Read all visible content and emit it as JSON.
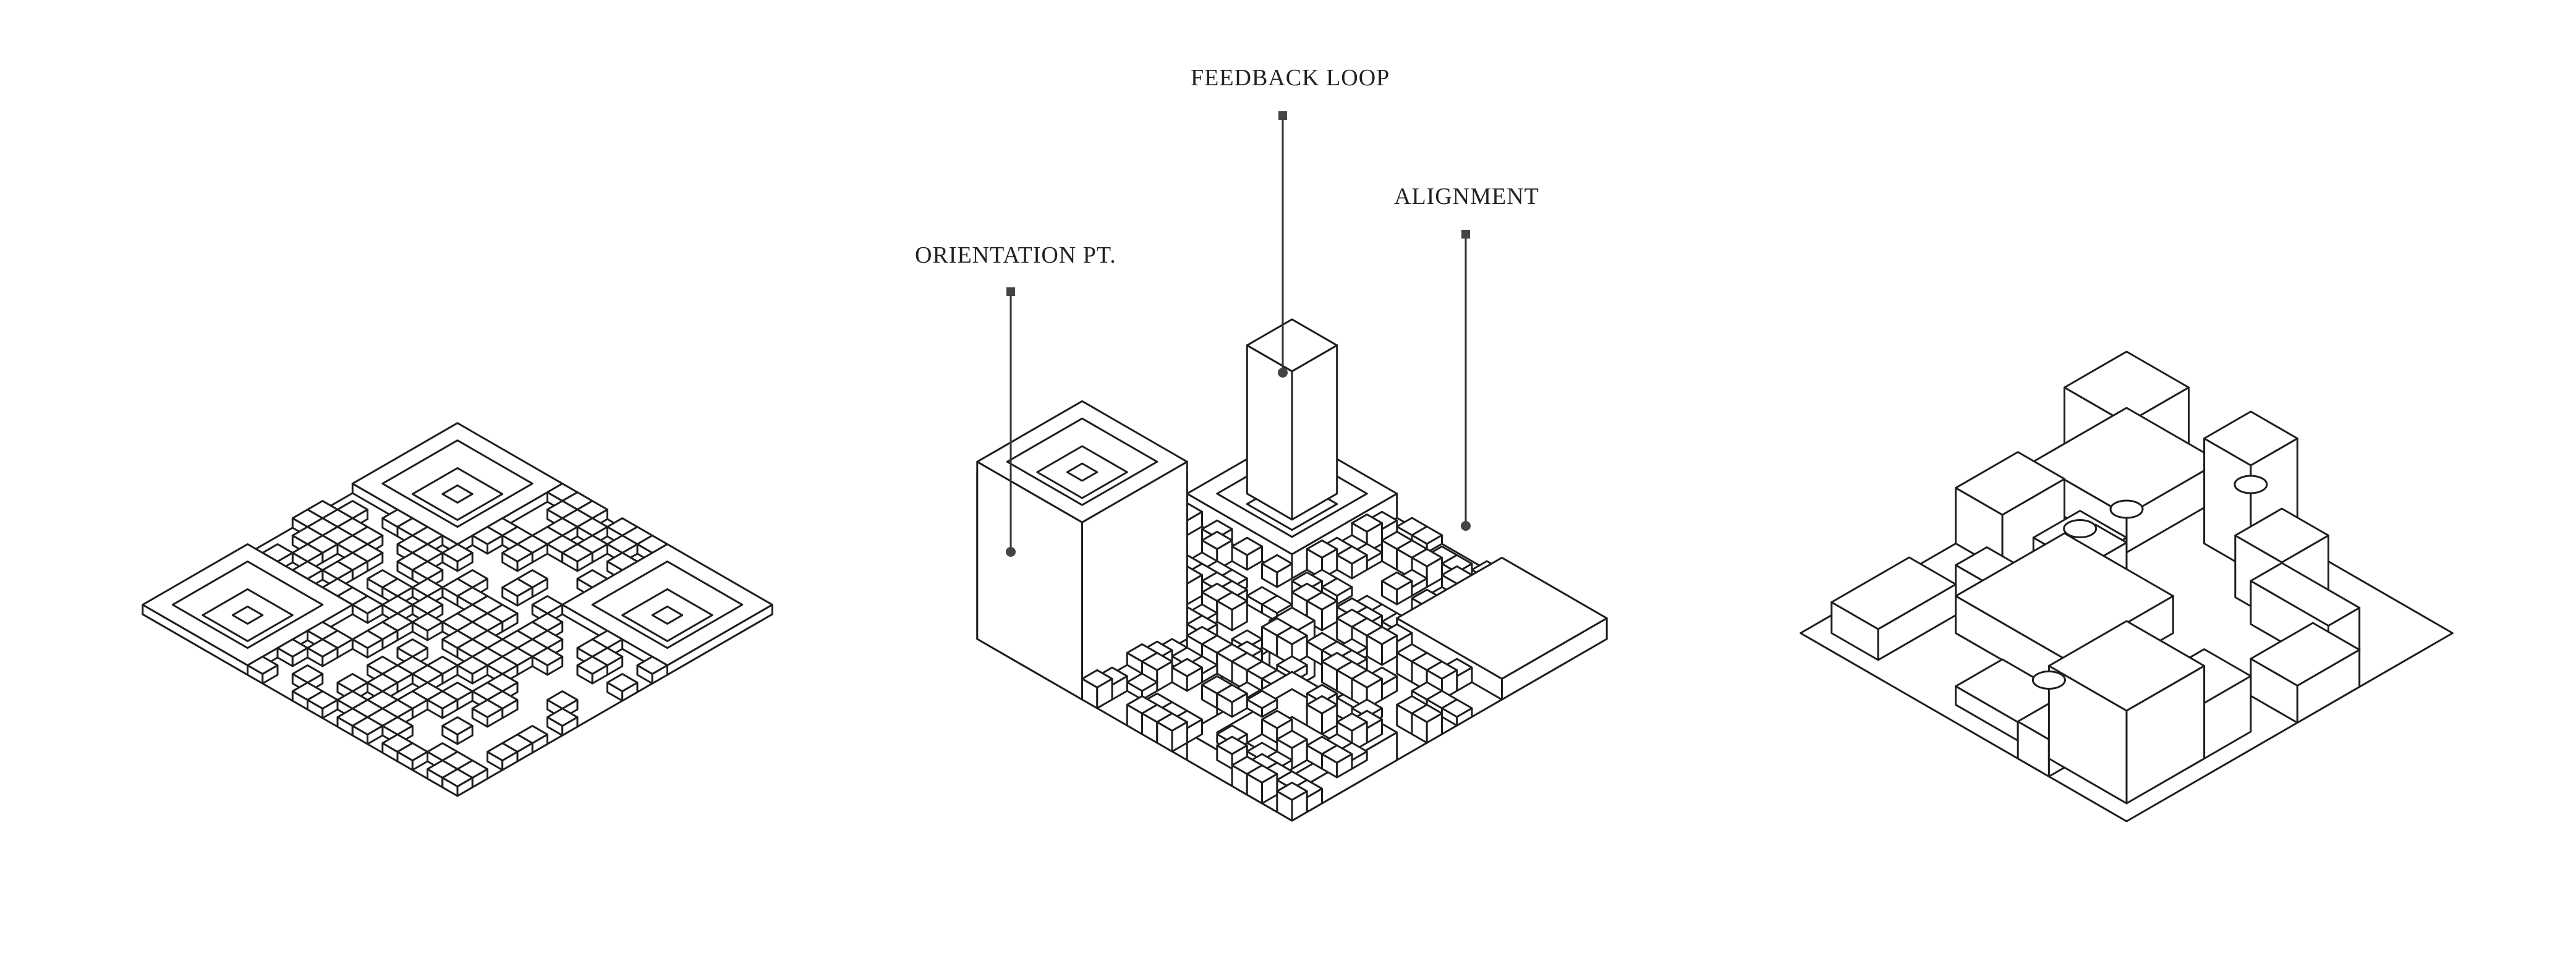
{
  "diagram": {
    "panels": [
      {
        "id": "qr-code-flat"
      },
      {
        "id": "qr-code-extruded"
      },
      {
        "id": "qr-code-building"
      }
    ],
    "labels": {
      "orientation": "ORIENTATION PT.",
      "feedback": "FEEDBACK LOOP",
      "alignment": "ALIGNMENT"
    }
  },
  "colors": {
    "stroke": "#1e1e1e",
    "leader": "#333333",
    "background": "#ffffff"
  }
}
